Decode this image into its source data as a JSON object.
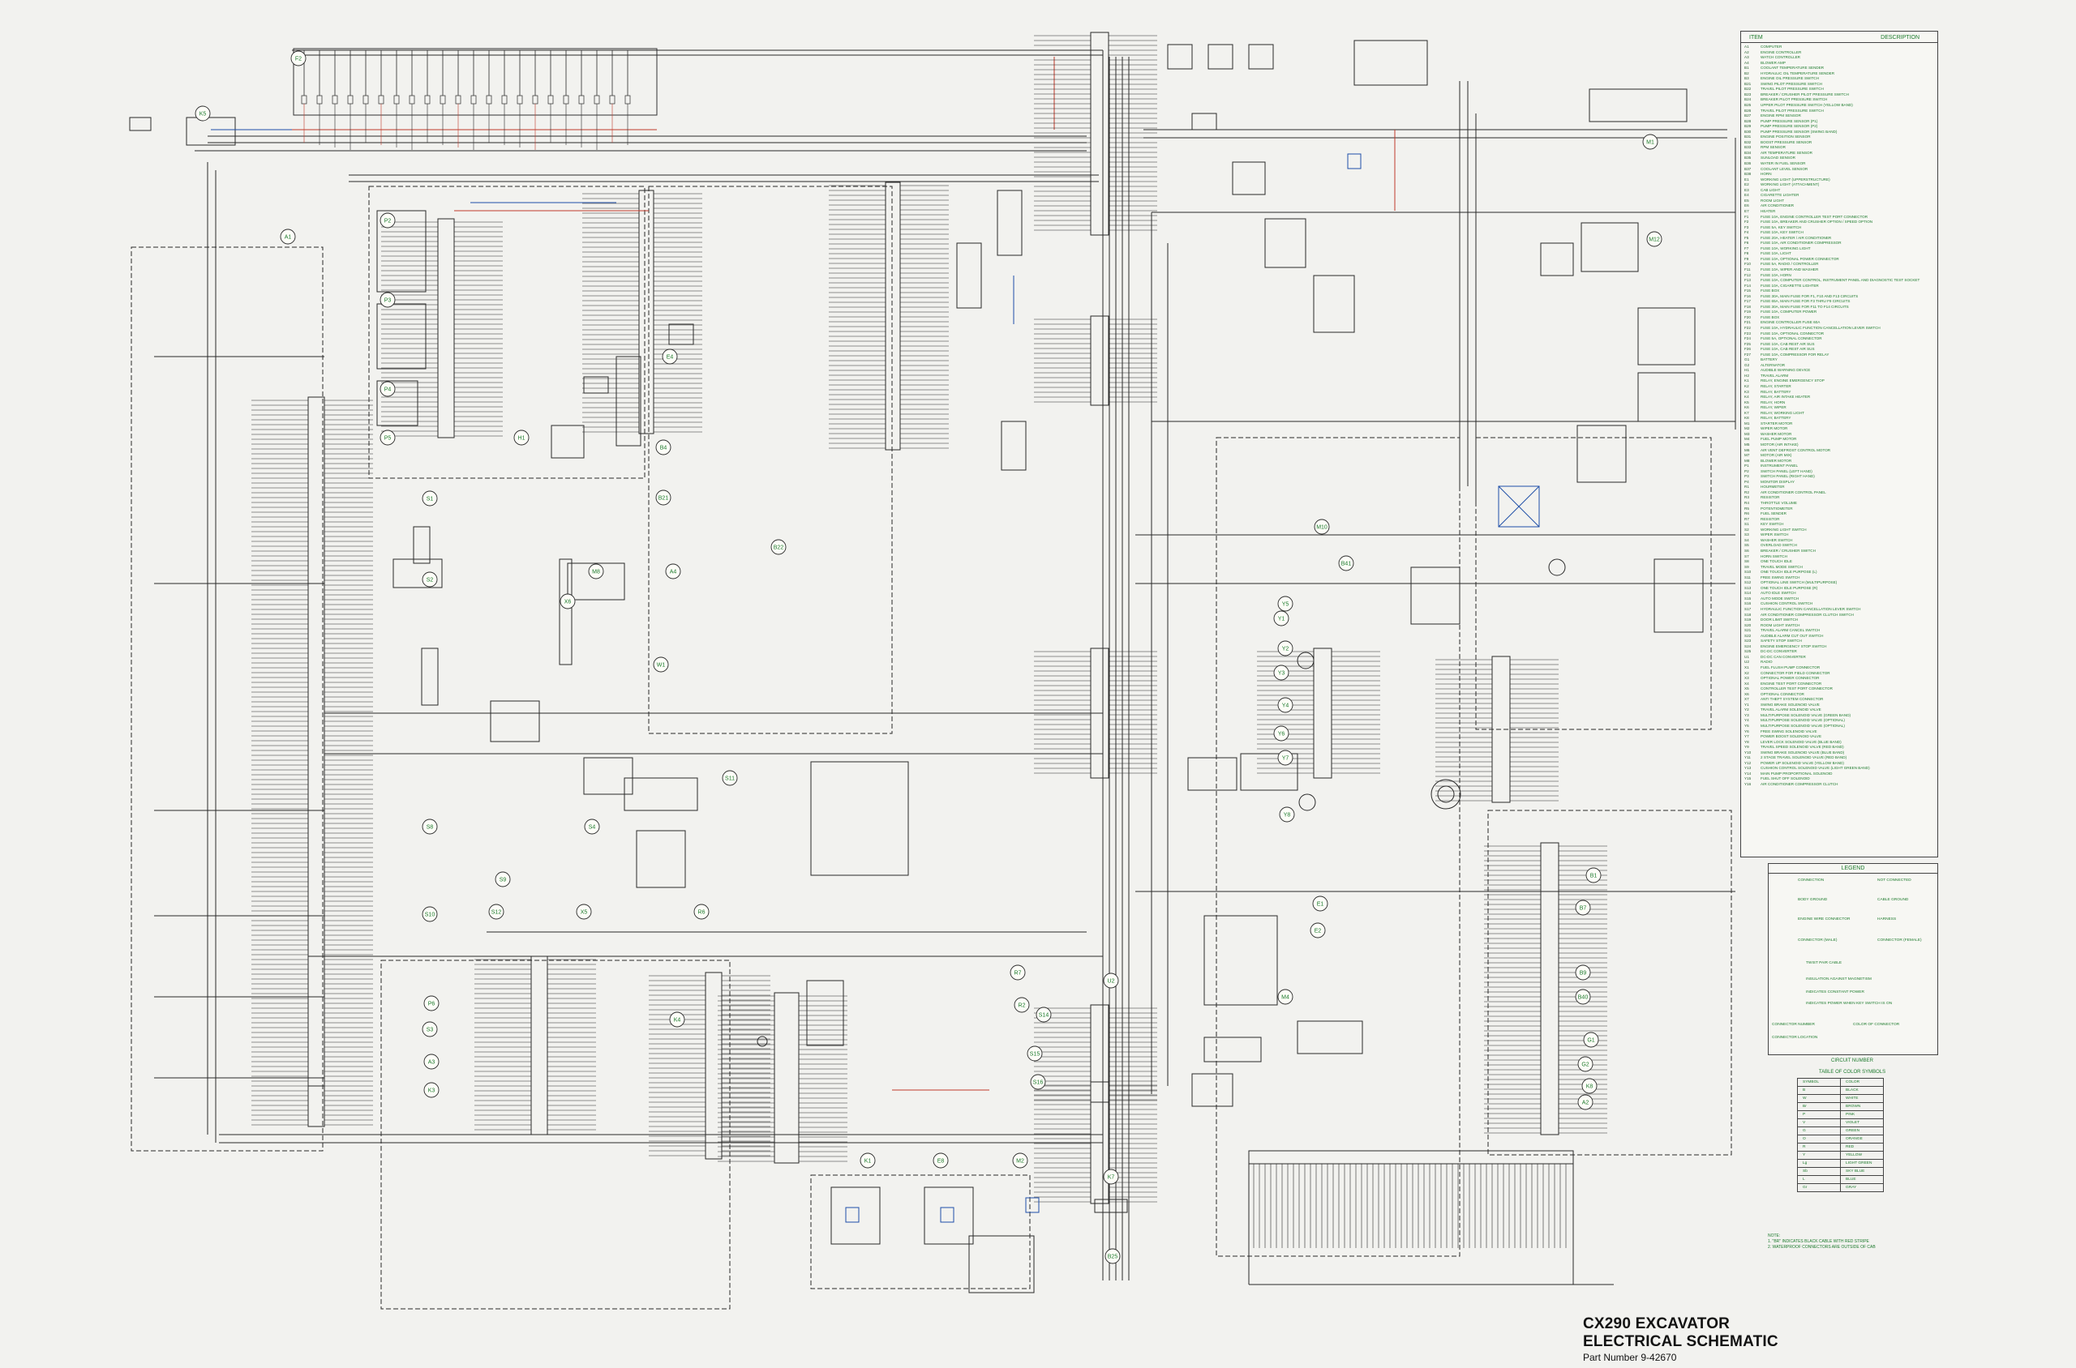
{
  "title": {
    "line1": "CX290 EXCAVATOR",
    "line2": "ELECTRICAL SCHEMATIC",
    "line3": "Part Number 9-42670"
  },
  "item_table": {
    "header_item": "ITEM",
    "header_description": "DESCRIPTION",
    "rows": [
      {
        "code": "A1",
        "desc": "COMPUTER"
      },
      {
        "code": "A2",
        "desc": "ENGINE CONTROLLER"
      },
      {
        "code": "A3",
        "desc": "WATCH CONTROLLER"
      },
      {
        "code": "A4",
        "desc": "BLOWER AMP"
      },
      {
        "code": "B1",
        "desc": "COOLANT TEMPERATURE SENDER"
      },
      {
        "code": "B2",
        "desc": "HYDRAULIC OIL TEMPERATURE SENDER"
      },
      {
        "code": "B3",
        "desc": "ENGINE OIL PRESSURE SWITCH"
      },
      {
        "code": "B21",
        "desc": "SWING PILOT PRESSURE SWITCH"
      },
      {
        "code": "B22",
        "desc": "TRAVEL PILOT PRESSURE SWITCH"
      },
      {
        "code": "B23",
        "desc": "BREAKER / CRUSHER PILOT PRESSURE SWITCH"
      },
      {
        "code": "B24",
        "desc": "BREAKER PILOT PRESSURE SWITCH"
      },
      {
        "code": "B25",
        "desc": "UPPER PILOT PRESSURE SWITCH (YELLOW BAND)"
      },
      {
        "code": "B26",
        "desc": "TRAVEL PILOT PRESSURE SWITCH"
      },
      {
        "code": "B27",
        "desc": "ENGINE RPM SENSOR"
      },
      {
        "code": "B28",
        "desc": "PUMP PRESSURE SENSOR (P1)"
      },
      {
        "code": "B29",
        "desc": "PUMP PRESSURE SENSOR (P2)"
      },
      {
        "code": "B30",
        "desc": "PUMP PRESSURE SENSOR (SWING BAND)"
      },
      {
        "code": "B31",
        "desc": "ENGINE POSITION SENSOR"
      },
      {
        "code": "B32",
        "desc": "BOOST PRESSURE SENSOR"
      },
      {
        "code": "B33",
        "desc": "RPM SENSOR"
      },
      {
        "code": "B34",
        "desc": "AIR TEMPERATURE SENSOR"
      },
      {
        "code": "B35",
        "desc": "SUNLOAD SENSOR"
      },
      {
        "code": "B36",
        "desc": "WATER IN FUEL SENSOR"
      },
      {
        "code": "B37",
        "desc": "COOLANT LEVEL SENSOR"
      },
      {
        "code": "B38",
        "desc": "HORN"
      },
      {
        "code": "E1",
        "desc": "WORKING LIGHT (UPPERSTRUCTURE)"
      },
      {
        "code": "E2",
        "desc": "WORKING LIGHT (ATTACHMENT)"
      },
      {
        "code": "E3",
        "desc": "CAB LIGHT"
      },
      {
        "code": "E4",
        "desc": "CIGARETTE LIGHTER"
      },
      {
        "code": "E5",
        "desc": "ROOM LIGHT"
      },
      {
        "code": "E6",
        "desc": "AIR CONDITIONER"
      },
      {
        "code": "E7",
        "desc": "HEATER"
      },
      {
        "code": "F1",
        "desc": "FUSE 10A, ENGINE CONTROLLER TEST PORT CONNECTOR"
      },
      {
        "code": "F2",
        "desc": "FUSE 10A, BREAKER AND CRUSHER OPTION / SPEED OPTION"
      },
      {
        "code": "F3",
        "desc": "FUSE 5A, KEY SWITCH"
      },
      {
        "code": "F4",
        "desc": "FUSE 10A, KEY SWITCH"
      },
      {
        "code": "F5",
        "desc": "FUSE 20A, HEATER / AIR CONDITIONER"
      },
      {
        "code": "F6",
        "desc": "FUSE 10A, AIR CONDITIONER COMPRESSOR"
      },
      {
        "code": "F7",
        "desc": "FUSE 10A, WORKING LIGHT"
      },
      {
        "code": "F8",
        "desc": "FUSE 10A, LIGHT"
      },
      {
        "code": "F9",
        "desc": "FUSE 10A, OPTIONAL POWER CONNECTOR"
      },
      {
        "code": "F10",
        "desc": "FUSE 5A, RADIO / CONTROLLER"
      },
      {
        "code": "F11",
        "desc": "FUSE 10A, WIPER AND WASHER"
      },
      {
        "code": "F12",
        "desc": "FUSE 10A, HORN"
      },
      {
        "code": "F13",
        "desc": "FUSE 10A, COMPUTER CONTROL, INSTRUMENT PANEL AND DIAGNOSTIC TEST SOCKET"
      },
      {
        "code": "F14",
        "desc": "FUSE 10A, CIGARETTE LIGHTER"
      },
      {
        "code": "F15",
        "desc": "FUSE BOX"
      },
      {
        "code": "F16",
        "desc": "FUSE 30A, MAIN FUSE FOR F1, F10 AND F13 CIRCUITS"
      },
      {
        "code": "F17",
        "desc": "FUSE 65A, MAIN FUSE FOR F3 THRU F9 CIRCUITS"
      },
      {
        "code": "F18",
        "desc": "FUSE 30A, MAIN FUSE FOR F11 TO F14 CIRCUITS"
      },
      {
        "code": "F19",
        "desc": "FUSE 10A, COMPUTER POWER"
      },
      {
        "code": "F20",
        "desc": "FUSE BOX"
      },
      {
        "code": "F21",
        "desc": "ENGINE CONTROLLER FUSE 60A"
      },
      {
        "code": "F22",
        "desc": "FUSE 10A, HYDRAULIC FUNCTION CANCELLATION LEVER SWITCH"
      },
      {
        "code": "F23",
        "desc": "FUSE 10A, OPTIONAL CONNECTOR"
      },
      {
        "code": "F24",
        "desc": "FUSE 5A, OPTIONAL CONNECTOR"
      },
      {
        "code": "F25",
        "desc": "FUSE 10A, CAB REST AIR SUS"
      },
      {
        "code": "F26",
        "desc": "FUSE 10A, CAB REST AIR SUS"
      },
      {
        "code": "F27",
        "desc": "FUSE 10A, COMPRESSOR FOR RELAY"
      },
      {
        "code": "G1",
        "desc": "BATTERY"
      },
      {
        "code": "G2",
        "desc": "ALTERNATOR"
      },
      {
        "code": "H1",
        "desc": "AUDIBLE WARNING DEVICE"
      },
      {
        "code": "H2",
        "desc": "TRAVEL ALARM"
      },
      {
        "code": "K1",
        "desc": "RELAY, ENGINE EMERGENCY STOP"
      },
      {
        "code": "K2",
        "desc": "RELAY, STARTER"
      },
      {
        "code": "K3",
        "desc": "RELAY, BATTERY"
      },
      {
        "code": "K4",
        "desc": "RELAY, AIR INTAKE HEATER"
      },
      {
        "code": "K5",
        "desc": "RELAY, HORN"
      },
      {
        "code": "K6",
        "desc": "RELAY, WIPER"
      },
      {
        "code": "K7",
        "desc": "RELAY, WORKING LIGHT"
      },
      {
        "code": "K8",
        "desc": "RELAY, BATTERY"
      },
      {
        "code": "M1",
        "desc": "STARTER MOTOR"
      },
      {
        "code": "M2",
        "desc": "WIPER MOTOR"
      },
      {
        "code": "M3",
        "desc": "WASHER MOTOR"
      },
      {
        "code": "M4",
        "desc": "FUEL PUMP MOTOR"
      },
      {
        "code": "M5",
        "desc": "MOTOR (AIR INTAKE)"
      },
      {
        "code": "M6",
        "desc": "AIR VENT DEFROST CONTROL MOTOR"
      },
      {
        "code": "M7",
        "desc": "MOTOR (AIR MIX)"
      },
      {
        "code": "M8",
        "desc": "BLOWER MOTOR"
      },
      {
        "code": "P1",
        "desc": "INSTRUMENT PANEL"
      },
      {
        "code": "P2",
        "desc": "SWITCH PANEL (LEFT HAND)"
      },
      {
        "code": "P3",
        "desc": "SWITCH PANEL (RIGHT HAND)"
      },
      {
        "code": "P4",
        "desc": "MONITOR DISPLAY"
      },
      {
        "code": "R1",
        "desc": "HOURMETER"
      },
      {
        "code": "R2",
        "desc": "AIR CONDITIONER CONTROL PANEL"
      },
      {
        "code": "R3",
        "desc": "RESISTOR"
      },
      {
        "code": "R4",
        "desc": "THROTTLE VOLUME"
      },
      {
        "code": "R5",
        "desc": "POTENTIOMETER"
      },
      {
        "code": "R6",
        "desc": "FUEL SENDER"
      },
      {
        "code": "R7",
        "desc": "RESISTOR"
      },
      {
        "code": "S1",
        "desc": "KEY SWITCH"
      },
      {
        "code": "S2",
        "desc": "WORKING LIGHT SWITCH"
      },
      {
        "code": "S3",
        "desc": "WIPER SWITCH"
      },
      {
        "code": "S4",
        "desc": "WASHER SWITCH"
      },
      {
        "code": "S5",
        "desc": "OVERLOAD SWITCH"
      },
      {
        "code": "S6",
        "desc": "BREAKER / CRUSHER SWITCH"
      },
      {
        "code": "S7",
        "desc": "HORN SWITCH"
      },
      {
        "code": "S8",
        "desc": "ONE TOUCH IDLE"
      },
      {
        "code": "S9",
        "desc": "TRAVEL MODE SWITCH"
      },
      {
        "code": "S10",
        "desc": "ONE TOUCH IDLE PURPOSE (L)"
      },
      {
        "code": "S11",
        "desc": "FREE SWING SWITCH"
      },
      {
        "code": "S12",
        "desc": "OPTIONAL LINE SWITCH (MULTIPURPOSE)"
      },
      {
        "code": "S13",
        "desc": "ONE TOUCH IDLE PURPOSE (R)"
      },
      {
        "code": "S14",
        "desc": "AUTO IDLE SWITCH"
      },
      {
        "code": "S15",
        "desc": "AUTO MODE SWITCH"
      },
      {
        "code": "S16",
        "desc": "CUSHION CONTROL SWITCH"
      },
      {
        "code": "S17",
        "desc": "HYDRAULIC FUNCTION CANCELLATION LEVER SWITCH"
      },
      {
        "code": "S18",
        "desc": "AIR CONDITIONER COMPRESSOR CLUTCH SWITCH"
      },
      {
        "code": "S19",
        "desc": "DOOR LIMIT SWITCH"
      },
      {
        "code": "S20",
        "desc": "ROOM LIGHT SWITCH"
      },
      {
        "code": "S21",
        "desc": "TRAVEL ALARM CANCEL SWITCH"
      },
      {
        "code": "S22",
        "desc": "AUDIBLE ALARM CUT OUT SWITCH"
      },
      {
        "code": "S23",
        "desc": "SAFETY STOP SWITCH"
      },
      {
        "code": "S24",
        "desc": "ENGINE EMERGENCY STOP SWITCH"
      },
      {
        "code": "S25",
        "desc": "DC-DC CONVERTER"
      },
      {
        "code": "U1",
        "desc": "DC-DC CAN CONVERTER"
      },
      {
        "code": "U2",
        "desc": "RADIO"
      },
      {
        "code": "X1",
        "desc": "FUEL FLUSH PUMP CONNECTOR"
      },
      {
        "code": "X2",
        "desc": "CONNECTOR FOR FIELD CONNECTOR"
      },
      {
        "code": "X3",
        "desc": "OPTIONAL POWER CONNECTOR"
      },
      {
        "code": "X4",
        "desc": "ENGINE TEST PORT CONNECTOR"
      },
      {
        "code": "X5",
        "desc": "CONTROLLER TEST PORT CONNECTOR"
      },
      {
        "code": "X6",
        "desc": "OPTIONAL CONNECTOR"
      },
      {
        "code": "X7",
        "desc": "ANTI THEFT SYSTEM CONNECTOR"
      },
      {
        "code": "Y1",
        "desc": "SWING BRAKE SOLENOID VALVE"
      },
      {
        "code": "Y2",
        "desc": "TRAVEL ALARM SOLENOID VALVE"
      },
      {
        "code": "Y3",
        "desc": "MULTIPURPOSE SOLENOID VALVE (GREEN BAND)"
      },
      {
        "code": "Y4",
        "desc": "MULTIPURPOSE SOLENOID VALVE (OPTIONAL)"
      },
      {
        "code": "Y5",
        "desc": "MULTIPURPOSE SOLENOID VALVE (OPTIONAL)"
      },
      {
        "code": "Y6",
        "desc": "FREE SWING SOLENOID VALVE"
      },
      {
        "code": "Y7",
        "desc": "POWER BOOST SOLENOID VALVE"
      },
      {
        "code": "Y8",
        "desc": "LEVER LOCK SOLENOID VALVE (BLUE BAND)"
      },
      {
        "code": "Y9",
        "desc": "TRAVEL SPEED SOLENOID VALVE (RED BAND)"
      },
      {
        "code": "Y10",
        "desc": "SWING BRAKE SOLENOID VALVE (BLUE BAND)"
      },
      {
        "code": "Y11",
        "desc": "2 STAGE TRAVEL SOLENOID VALVE (RED BAND)"
      },
      {
        "code": "Y12",
        "desc": "POWER UP SOLENOID VALVE (YELLOW BAND)"
      },
      {
        "code": "Y13",
        "desc": "CUSHION CONTROL SOLENOID VALVE (LIGHT GREEN BAND)"
      },
      {
        "code": "Y14",
        "desc": "MAIN PUMP PROPORTIONAL SOLENOID"
      },
      {
        "code": "Y15",
        "desc": "FUEL SHUT OFF SOLENOID"
      },
      {
        "code": "Y16",
        "desc": "AIR CONDITIONER COMPRESSOR CLUTCH"
      }
    ]
  },
  "legend": {
    "title": "LEGEND",
    "items": [
      "CONNECTION",
      "NOT CONNECTED",
      "BODY GROUND",
      "CABLE GROUND",
      "ENGINE WIRE CONNECTOR",
      "HARNESS",
      "CONNECTOR (MALE)",
      "CONNECTOR (FEMALE)",
      "TWIST PAIR CABLE",
      "INSULATION AGAINST MAGNETISM",
      "INDICATES CONSTANT POWER",
      "INDICATES POWER WHEN KEY SWITCH IS ON"
    ]
  },
  "connector_key": {
    "item1": "CONNECTOR NUMBER",
    "item2": "COLOR OF CONNECTOR",
    "item3": "CONNECTOR LOCATION",
    "item4": "CIRCUIT NUMBER"
  },
  "color_table": {
    "title": "TABLE OF COLOR SYMBOLS",
    "header_symbol": "SYMBOL",
    "header_color": "COLOR",
    "rows": [
      {
        "symbol": "B",
        "color": "BLACK"
      },
      {
        "symbol": "W",
        "color": "WHITE"
      },
      {
        "symbol": "Br",
        "color": "BROWN"
      },
      {
        "symbol": "P",
        "color": "PINK"
      },
      {
        "symbol": "V",
        "color": "VIOLET"
      },
      {
        "symbol": "G",
        "color": "GREEN"
      },
      {
        "symbol": "O",
        "color": "ORANGE"
      },
      {
        "symbol": "R",
        "color": "RED"
      },
      {
        "symbol": "Y",
        "color": "YELLOW"
      },
      {
        "symbol": "Lg",
        "color": "LIGHT GREEN"
      },
      {
        "symbol": "Sb",
        "color": "SKY BLUE"
      },
      {
        "symbol": "L",
        "color": "BLUE"
      },
      {
        "symbol": "Gr",
        "color": "GRAY"
      }
    ]
  },
  "notes": {
    "label": "NOTE:",
    "line1": "1. \"BR\" INDICATES BLACK CABLE WITH RED STRIPE",
    "line2": "2. WATERPROOF CONNECTORS ARE OUTSIDE OF CAB"
  },
  "components": [
    "F2",
    "K5",
    "A1",
    "P2",
    "P3",
    "P4",
    "P5",
    "H1",
    "E4",
    "B4",
    "B21",
    "B22",
    "A4",
    "W1",
    "M8",
    "X6",
    "S1",
    "S2",
    "S4",
    "X5",
    "R6",
    "S8",
    "S9",
    "S10",
    "S11",
    "S12",
    "P6",
    "S3",
    "A3",
    "K3",
    "K4",
    "K1",
    "E8",
    "M2",
    "S14",
    "S15",
    "S16",
    "Y5",
    "Y1",
    "Y2",
    "Y3",
    "Y4",
    "Y6",
    "Y7",
    "Y8",
    "E1",
    "E2",
    "M4",
    "R2",
    "R7",
    "U2",
    "B25",
    "K7",
    "G1",
    "G2",
    "K8",
    "A2",
    "B1",
    "B7",
    "B9",
    "B40",
    "B41",
    "M10",
    "M12",
    "M1"
  ],
  "colors": {
    "wire": "#2a2a2a",
    "wire_red": "#c0392b",
    "wire_blue": "#1f4fa8",
    "label_green": "#1c7a2c",
    "label_orange": "#c0522b"
  }
}
